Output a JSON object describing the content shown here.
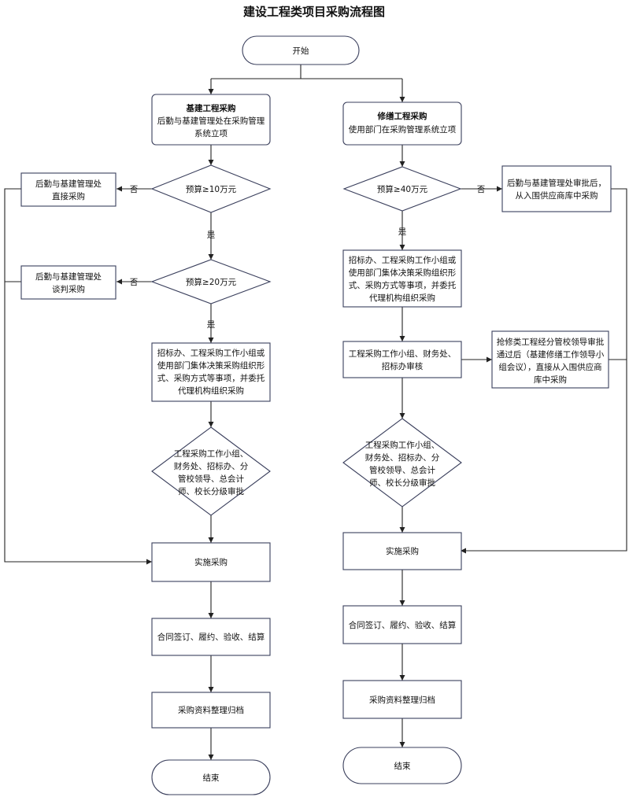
{
  "title": "建设工程类项目采购流程图",
  "colors": {
    "node_stroke": "#3a3f5c",
    "edge": "#222222",
    "text": "#111111",
    "background": "#ffffff"
  },
  "nodes": {
    "start": "开始",
    "left_project": {
      "title": "基建工程采购",
      "lines": [
        "后勤与基建管理处在采购管理",
        "系统立项"
      ]
    },
    "left_budget_10": "预算≥10万元",
    "left_direct": [
      "后勤与基建管理处",
      "直接采购"
    ],
    "left_budget_20": "预算≥20万元",
    "left_negotiate": [
      "后勤与基建管理处",
      "谈判采购"
    ],
    "left_bid_org": [
      "招标办、工程采购工作小组或",
      "使用部门集体决策采购组织形",
      "式、采购方式等事项，并委托",
      "代理机构组织采购"
    ],
    "left_review": [
      "工程采购工作小组、",
      "财务处、招标办、分",
      "管校领导、总会计",
      "师、校长分级审批"
    ],
    "left_implement": "实施采购",
    "left_contract": "合同签订、履约、验收、结算",
    "left_archive": "采购资料整理归档",
    "left_end": "结束",
    "right_project": {
      "title": "修缮工程采购",
      "lines": [
        "使用部门在采购管理系统立项"
      ]
    },
    "right_budget_40": "预算≥40万元",
    "right_supplier": [
      "后勤与基建管理处审批后，",
      "从入围供应商库中采购"
    ],
    "right_bid_org": [
      "招标办、工程采购工作小组或",
      "使用部门集体决策采购组织形",
      "式、采购方式等事项，并委托",
      "代理机构组织采购"
    ],
    "right_audit": [
      "工程采购工作小组、财务处、",
      "招标办审核"
    ],
    "right_emergency": [
      "抢修类工程经分管校领导审批",
      "通过后（基建修缮工作领导小",
      "组会议），直接从入围供应商",
      "库中采购"
    ],
    "right_review": [
      "工程采购工作小组、",
      "财务处、招标办、分",
      "管校领导、总会计",
      "师、校长分级审批"
    ],
    "right_implement": "实施采购",
    "right_contract": "合同签订、履约、验收、结算",
    "right_archive": "采购资料整理归档",
    "right_end": "结束"
  },
  "edge_labels": {
    "no": "否",
    "yes": "是"
  }
}
